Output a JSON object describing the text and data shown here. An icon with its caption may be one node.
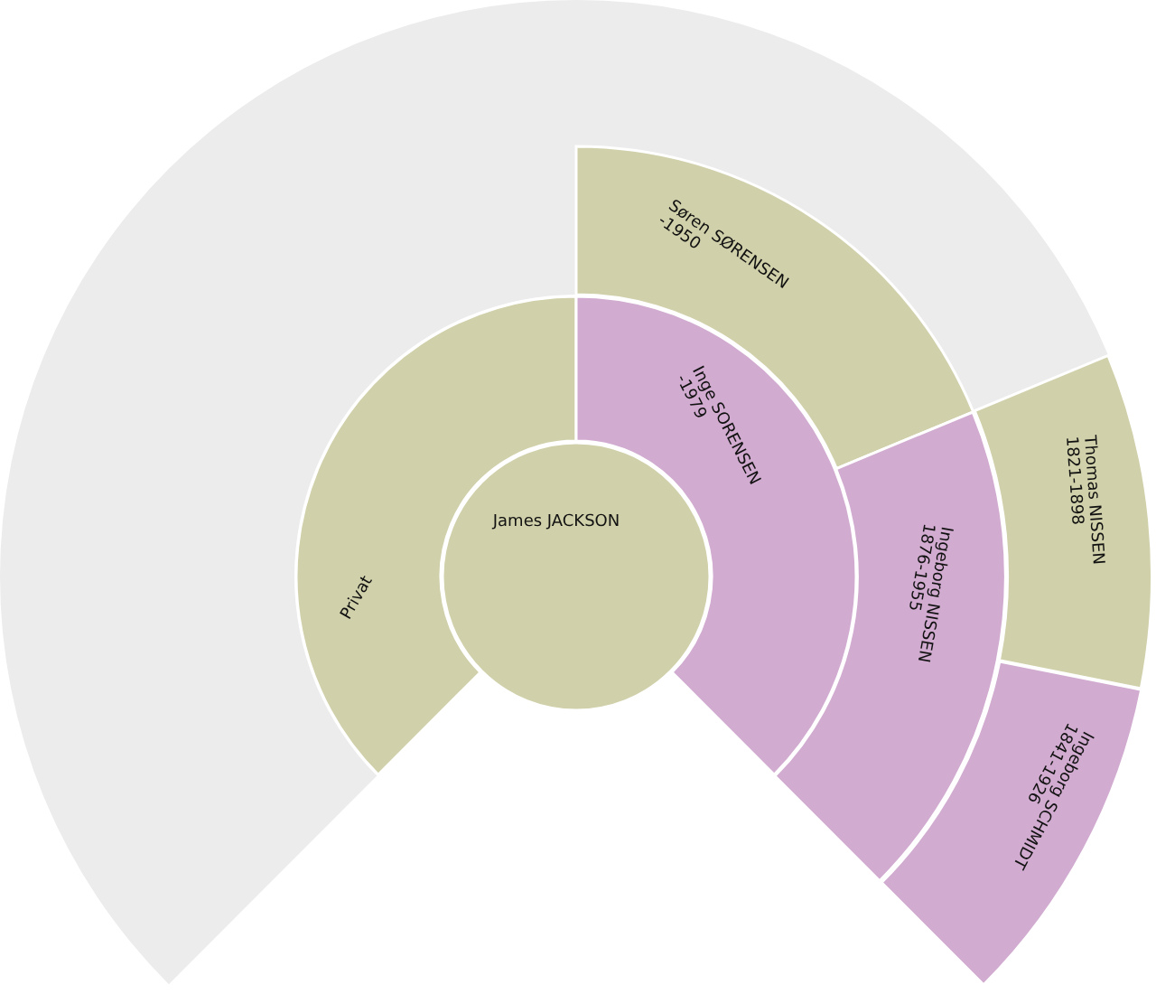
{
  "diagram": {
    "nodes": [
      {
        "text": [
          "James JACKSON"
        ]
      },
      {
        "text": [
          "Privat"
        ]
      },
      {
        "text": [
          "Inge SORENSEN",
          "-1979"
        ]
      },
      {
        "text": [
          "Søren SØRENSEN",
          "-1950"
        ]
      },
      {
        "text": [
          "Ingeborg NISSEN",
          "1876-1955"
        ]
      },
      {
        "text": [
          "Thomas NISSEN",
          "1821-1898"
        ]
      },
      {
        "text": [
          "Ingeborg SCHMIDT",
          "1841-1926"
        ]
      }
    ]
  }
}
